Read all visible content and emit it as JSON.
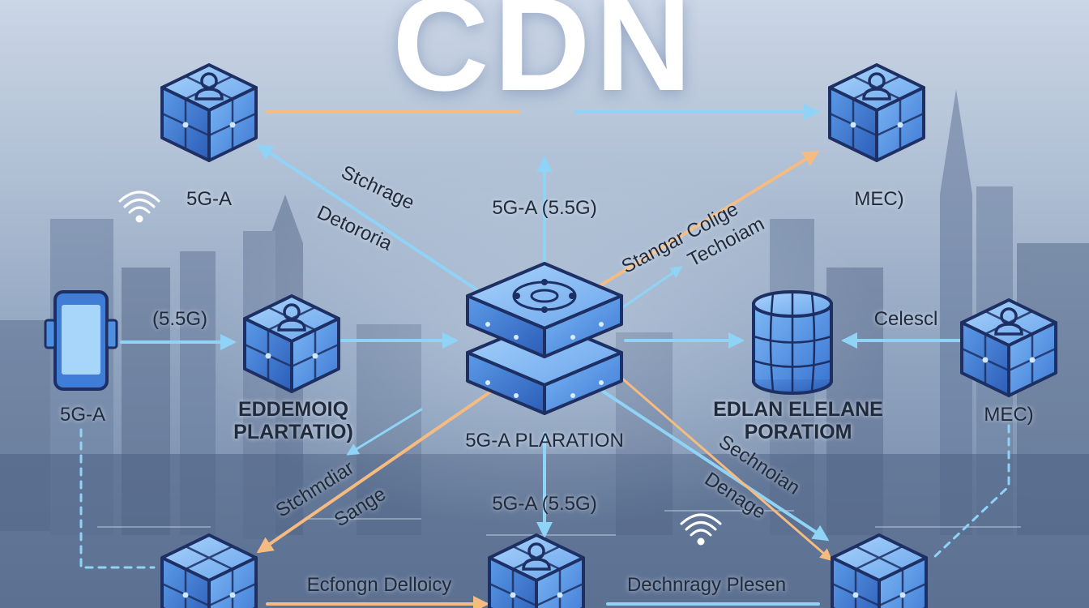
{
  "title": "CDN",
  "nodes": {
    "top_left": "5G-A",
    "top_right": "MEC)",
    "phone": "5G-A",
    "left_mid": [
      "EDDEMOIQ",
      "PLARTATIO)"
    ],
    "center": "5G-A PLARATION",
    "right_mid": [
      "EDLAN ELELANE",
      "PORATIOM"
    ],
    "far_right": "MEC)"
  },
  "edge_labels": {
    "top_center": "5G-A  (5.5G)",
    "bottom_center": "5G-A  (5.5G)",
    "phone_arrow": "(5.5G)",
    "right_arrow": "Celescl",
    "upper_left_diag_1": "Stchrage",
    "upper_left_diag_2": "Detororia",
    "upper_right_diag_1": "Stangar Colige",
    "upper_right_diag_2": "Techoiam",
    "lower_left_diag_1": "Stchmdiar",
    "lower_left_diag_2": "Sange",
    "lower_right_diag_1": "Sechnoian",
    "lower_right_diag_2": "Denage",
    "bottom_left": "Ecfongn Delloicy",
    "bottom_right": "Dechnragy Plesen"
  },
  "colors": {
    "accent_blue": "#6fc3f0",
    "accent_orange": "#f3b77a",
    "cube_face": "#4d8fe0",
    "cube_dark": "#1d2f63"
  }
}
